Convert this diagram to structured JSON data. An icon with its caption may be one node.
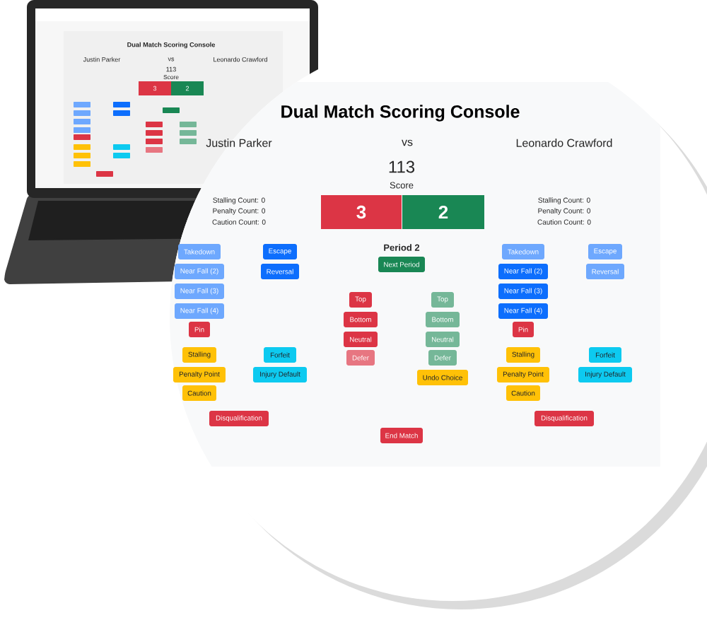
{
  "diagram": {
    "title": "Dual Match Scoring Console",
    "nodes": [
      {
        "text": [
          "3"
        ]
      },
      {
        "text": [
          "2"
        ]
      },
      {
        "text": [
          "Takedown"
        ]
      },
      {
        "text": [
          "Escape"
        ]
      },
      {
        "text": [
          "Next Period"
        ]
      },
      {
        "text": [
          "Takedown"
        ]
      },
      {
        "text": [
          "Escape"
        ]
      },
      {
        "text": [
          "Near Fall (2)"
        ]
      },
      {
        "text": [
          "Reversal"
        ]
      },
      {
        "text": [
          "Near Fall (2)"
        ]
      },
      {
        "text": [
          "Reversal"
        ]
      },
      {
        "text": [
          "Near Fall (3)"
        ]
      },
      {
        "text": [
          "Near Fall (3)"
        ]
      },
      {
        "text": [
          "Top"
        ]
      },
      {
        "text": [
          "Top"
        ]
      },
      {
        "text": [
          "Near Fall (4)"
        ]
      },
      {
        "text": [
          "Near Fall (4)"
        ]
      },
      {
        "text": [
          "Bottom"
        ]
      },
      {
        "text": [
          "Bottom"
        ]
      },
      {
        "text": [
          "Pin"
        ]
      },
      {
        "text": [
          "Pin"
        ]
      },
      {
        "text": [
          "Neutral"
        ]
      },
      {
        "text": [
          "Neutral"
        ]
      },
      {
        "text": [
          "Stalling"
        ]
      },
      {
        "text": [
          "Forfeit"
        ]
      },
      {
        "text": [
          "Defer"
        ]
      },
      {
        "text": [
          "Defer"
        ]
      },
      {
        "text": [
          "Stalling"
        ]
      },
      {
        "text": [
          "Forfeit"
        ]
      },
      {
        "text": [
          "Penalty Point"
        ]
      },
      {
        "text": [
          "Injury Default"
        ]
      },
      {
        "text": [
          "Undo Choice"
        ]
      },
      {
        "text": [
          "Penalty Point"
        ]
      },
      {
        "text": [
          "Injury Default"
        ]
      },
      {
        "text": [
          "Caution"
        ]
      },
      {
        "text": [
          "Caution"
        ]
      },
      {
        "text": [
          "Disqualification"
        ]
      },
      {
        "text": [
          "Disqualification"
        ]
      },
      {
        "text": [
          "End Match"
        ]
      },
      {
        "text": [
          "3"
        ]
      },
      {
        "text": [
          "2"
        ]
      }
    ],
    "labels": [
      "Justin Parker",
      "vs",
      "Leonardo Crawford",
      "113",
      "Score",
      "Stalling Count: 0",
      "Penalty Count: 0",
      "Caution Count: 0",
      "Stalling Count: 0",
      "Penalty Count: 0",
      "Caution Count: 0",
      "Period 2",
      "Dual Match Scoring Console",
      "Justin Parker",
      "vs",
      "Leonardo Crawford",
      "113",
      "Score"
    ]
  }
}
